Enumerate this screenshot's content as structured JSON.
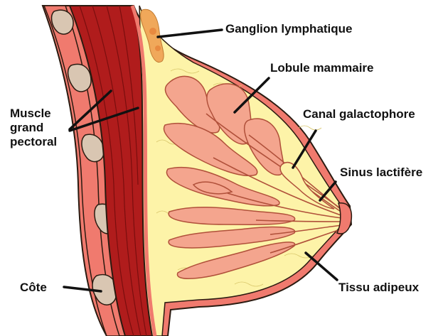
{
  "labels": {
    "ganglion": "Ganglion lymphatique",
    "lobule": "Lobule mammaire",
    "canal": "Canal galactophore",
    "sinus": "Sinus lactifère",
    "tissu": "Tissu adipeux",
    "muscle_line1": "Muscle",
    "muscle_line2": "grand",
    "muscle_line3": "pectoral",
    "cote": "Côte"
  },
  "colors": {
    "skin": "#f07a6e",
    "adipose": "#fdf3a8",
    "muscle": "#b01c1c",
    "muscle_dark": "#8a1212",
    "lobule": "#f4a58e",
    "rib": "#d9c6b2",
    "node": "#f0a85a",
    "outline": "#2a1a10"
  }
}
